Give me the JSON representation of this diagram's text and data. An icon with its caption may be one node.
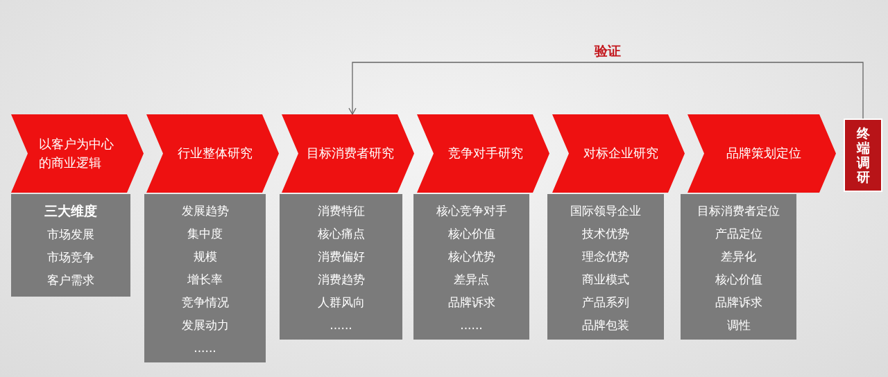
{
  "diagram": {
    "nodes": [
      {
        "text": [
          "以客户为中心的商业逻辑"
        ]
      },
      {
        "text": [
          "行业整体研究"
        ]
      },
      {
        "text": [
          "目标消费者研究"
        ]
      },
      {
        "text": [
          "竞争对手研究"
        ]
      },
      {
        "text": [
          "对标企业研究"
        ]
      },
      {
        "text": [
          "品牌策划定位"
        ]
      },
      {
        "text": [
          "终端调研"
        ]
      },
      {
        "text": [
          "**三大维度**",
          "市场发展",
          "市场竞争",
          "客户需求"
        ]
      },
      {
        "text": [
          "发展趋势",
          "集中度",
          "规模",
          "增长率",
          "竞争情况",
          "发展动力",
          "......"
        ]
      },
      {
        "text": [
          "消费特征",
          "核心痛点",
          "消费偏好",
          "消费趋势",
          "人群风向",
          "......"
        ]
      },
      {
        "text": [
          "核心竞争对手",
          "核心价值",
          "核心优势",
          "差异点",
          "品牌诉求",
          "......"
        ]
      },
      {
        "text": [
          "国际领导企业",
          "技术优势",
          "理念优势",
          "商业模式",
          "产品系列",
          "品牌包装"
        ]
      },
      {
        "text": [
          "目标消费者定位",
          "产品定位",
          "差异化",
          "核心价值",
          "品牌诉求",
          "调性"
        ]
      }
    ],
    "edges": [
      {
        "from": 6,
        "to": 2,
        "arrow": "to",
        "label": "验证"
      }
    ]
  }
}
